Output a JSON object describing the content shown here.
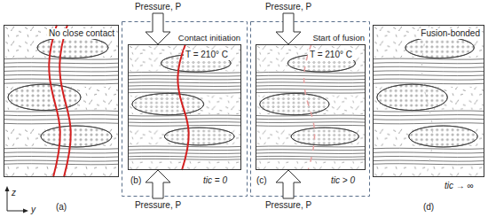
{
  "diagram": {
    "nodes": [
      {
        "text": [
          "No close contact"
        ]
      },
      {
        "text": [
          "Contact initiation",
          "T = 210° C"
        ]
      },
      {
        "text": [
          "Start of fusion",
          "T = 210° C"
        ]
      },
      {
        "text": [
          "Fusion-bonded"
        ]
      }
    ],
    "labels": [
      "Pressure, P",
      "Pressure, P",
      "Pressure, P",
      "Pressure, P",
      "tic = 0",
      "tic > 0",
      "tic → ∞",
      "(a)",
      "(b)",
      "(c)",
      "(d)",
      "z",
      "y"
    ]
  }
}
